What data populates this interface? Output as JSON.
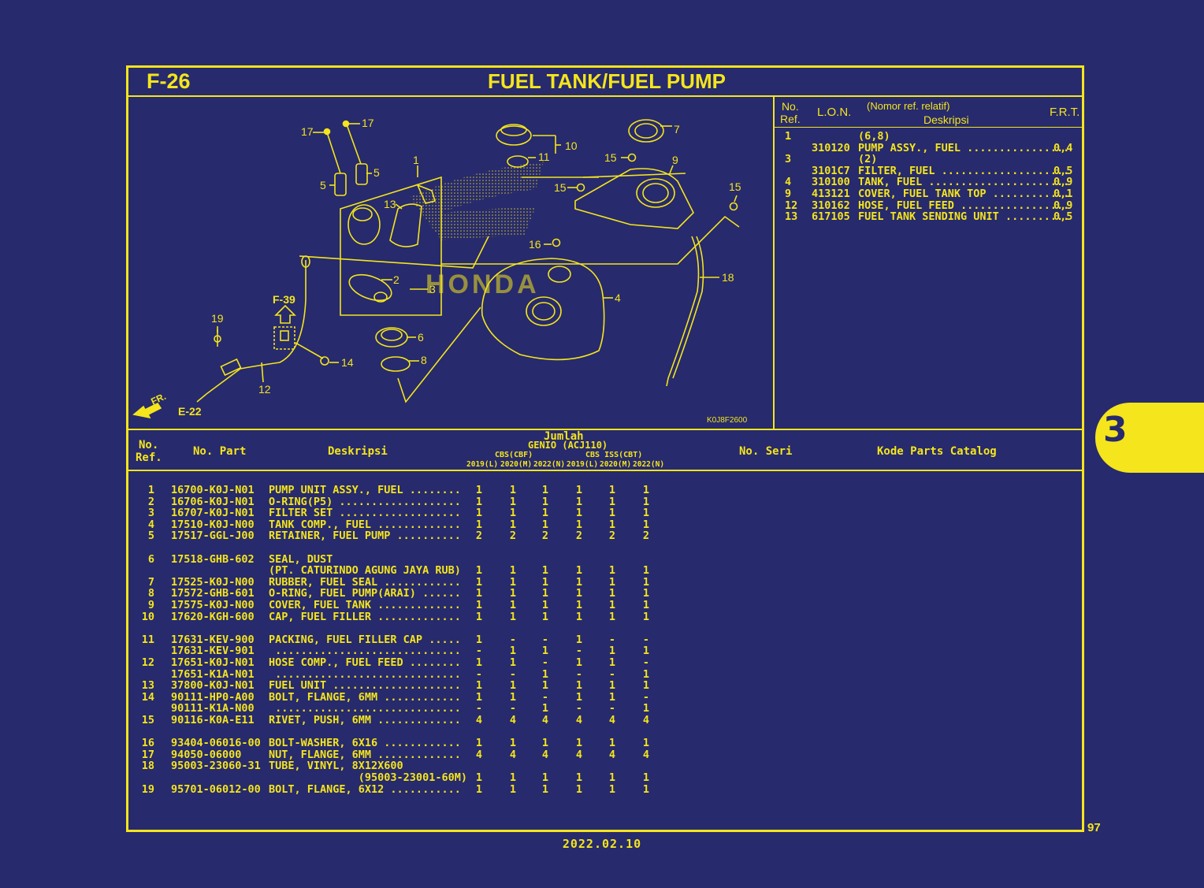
{
  "header": {
    "fig_code": "F-26",
    "title": "FUEL TANK/FUEL PUMP"
  },
  "lon_table": {
    "headers": {
      "no_ref": "No.\nRef.",
      "lon": "L.O.N.",
      "nomor": "(Nomor ref. relatif)",
      "deskripsi": "Deskripsi",
      "frt": "F.R.T."
    },
    "rows": [
      {
        "ref": "1",
        "lon": "",
        "desc": "(6,8)",
        "frt": ""
      },
      {
        "ref": "",
        "lon": "310120",
        "desc": "PUMP ASSY., FUEL ................",
        "frt": "0,4"
      },
      {
        "ref": "3",
        "lon": "",
        "desc": "(2)",
        "frt": ""
      },
      {
        "ref": "",
        "lon": "3101C7",
        "desc": "FILTER, FUEL ....................",
        "frt": "0,5"
      },
      {
        "ref": "4",
        "lon": "310100",
        "desc": "TANK, FUEL ......................",
        "frt": "0,9"
      },
      {
        "ref": "9",
        "lon": "413121",
        "desc": "COVER, FUEL TANK TOP ............",
        "frt": "0,1"
      },
      {
        "ref": "12",
        "lon": "310162",
        "desc": "HOSE, FUEL FEED .................",
        "frt": "0,9"
      },
      {
        "ref": "13",
        "lon": "617105",
        "desc": "FUEL TANK SENDING UNIT ..........",
        "frt": "0,5"
      }
    ]
  },
  "diagram": {
    "callouts": [
      "1",
      "2",
      "3",
      "4",
      "5",
      "5",
      "6",
      "7",
      "8",
      "9",
      "10",
      "11",
      "12",
      "13",
      "14",
      "15",
      "15",
      "15",
      "16",
      "17",
      "17",
      "18",
      "19"
    ],
    "refs": {
      "f39": "F-39",
      "e22": "E-22",
      "fr": "FR.",
      "code": "K0J8F2600",
      "brand": "HONDA"
    }
  },
  "parts_table": {
    "headers": {
      "no_ref": "No.",
      "no_ref2": "Ref.",
      "no_part": "No. Part",
      "deskripsi": "Deskripsi",
      "jumlah": "Jumlah",
      "model": "GENIO (ACJ110)",
      "cbs": "CBS(CBF)",
      "cbs_iss": "CBS ISS(CBT)",
      "years": [
        "2019(L)",
        "2020(M)",
        "2022(N)",
        "2019(L)",
        "2020(M)",
        "2022(N)"
      ],
      "no_seri": "No. Seri",
      "kode": "Kode Parts Catalog"
    },
    "rows": [
      {
        "ref": "1",
        "part": "16700-K0J-N01",
        "desc": "PUMP UNIT ASSY., FUEL ........",
        "q": [
          "1",
          "1",
          "1",
          "1",
          "1",
          "1"
        ]
      },
      {
        "ref": "2",
        "part": "16706-K0J-N01",
        "desc": "O-RING(P5) ...................",
        "q": [
          "1",
          "1",
          "1",
          "1",
          "1",
          "1"
        ]
      },
      {
        "ref": "3",
        "part": "16707-K0J-N01",
        "desc": "FILTER SET ...................",
        "q": [
          "1",
          "1",
          "1",
          "1",
          "1",
          "1"
        ]
      },
      {
        "ref": "4",
        "part": "17510-K0J-N00",
        "desc": "TANK COMP., FUEL .............",
        "q": [
          "1",
          "1",
          "1",
          "1",
          "1",
          "1"
        ]
      },
      {
        "ref": "5",
        "part": "17517-GGL-J00",
        "desc": "RETAINER, FUEL PUMP ..........",
        "q": [
          "2",
          "2",
          "2",
          "2",
          "2",
          "2"
        ]
      },
      {
        "ref": "",
        "part": "",
        "desc": "",
        "q": [
          "",
          "",
          "",
          "",
          "",
          ""
        ]
      },
      {
        "ref": "6",
        "part": "17518-GHB-602",
        "desc": "SEAL, DUST",
        "q": [
          "",
          "",
          "",
          "",
          "",
          ""
        ]
      },
      {
        "ref": "",
        "part": "",
        "desc": "(PT. CATURINDO AGUNG JAYA RUB)",
        "q": [
          "1",
          "1",
          "1",
          "1",
          "1",
          "1"
        ]
      },
      {
        "ref": "7",
        "part": "17525-K0J-N00",
        "desc": "RUBBER, FUEL SEAL ............",
        "q": [
          "1",
          "1",
          "1",
          "1",
          "1",
          "1"
        ]
      },
      {
        "ref": "8",
        "part": "17572-GHB-601",
        "desc": "O-RING, FUEL PUMP(ARAI) ......",
        "q": [
          "1",
          "1",
          "1",
          "1",
          "1",
          "1"
        ]
      },
      {
        "ref": "9",
        "part": "17575-K0J-N00",
        "desc": "COVER, FUEL TANK .............",
        "q": [
          "1",
          "1",
          "1",
          "1",
          "1",
          "1"
        ]
      },
      {
        "ref": "10",
        "part": "17620-KGH-600",
        "desc": "CAP, FUEL FILLER .............",
        "q": [
          "1",
          "1",
          "1",
          "1",
          "1",
          "1"
        ]
      },
      {
        "ref": "",
        "part": "",
        "desc": "",
        "q": [
          "",
          "",
          "",
          "",
          "",
          ""
        ]
      },
      {
        "ref": "11",
        "part": "17631-KEV-900",
        "desc": "PACKING, FUEL FILLER CAP .....",
        "q": [
          "1",
          "-",
          "-",
          "1",
          "-",
          "-"
        ]
      },
      {
        "ref": "",
        "part": "17631-KEV-901",
        "desc": " .............................",
        "q": [
          "-",
          "1",
          "1",
          "-",
          "1",
          "1"
        ]
      },
      {
        "ref": "12",
        "part": "17651-K0J-N01",
        "desc": "HOSE COMP., FUEL FEED ........",
        "q": [
          "1",
          "1",
          "-",
          "1",
          "1",
          "-"
        ]
      },
      {
        "ref": "",
        "part": "17651-K1A-N01",
        "desc": " .............................",
        "q": [
          "-",
          "-",
          "1",
          "-",
          "-",
          "1"
        ]
      },
      {
        "ref": "13",
        "part": "37800-K0J-N01",
        "desc": "FUEL UNIT ....................",
        "q": [
          "1",
          "1",
          "1",
          "1",
          "1",
          "1"
        ]
      },
      {
        "ref": "14",
        "part": "90111-HP0-A00",
        "desc": "BOLT, FLANGE, 6MM ............",
        "q": [
          "1",
          "1",
          "-",
          "1",
          "1",
          "-"
        ]
      },
      {
        "ref": "",
        "part": "90111-K1A-N00",
        "desc": " .............................",
        "q": [
          "-",
          "-",
          "1",
          "-",
          "-",
          "1"
        ]
      },
      {
        "ref": "15",
        "part": "90116-K0A-E11",
        "desc": "RIVET, PUSH, 6MM .............",
        "q": [
          "4",
          "4",
          "4",
          "4",
          "4",
          "4"
        ]
      },
      {
        "ref": "",
        "part": "",
        "desc": "",
        "q": [
          "",
          "",
          "",
          "",
          "",
          ""
        ]
      },
      {
        "ref": "16",
        "part": "93404-06016-00",
        "desc": "BOLT-WASHER, 6X16 ............",
        "q": [
          "1",
          "1",
          "1",
          "1",
          "1",
          "1"
        ]
      },
      {
        "ref": "17",
        "part": "94050-06000",
        "desc": "NUT, FLANGE, 6MM .............",
        "q": [
          "4",
          "4",
          "4",
          "4",
          "4",
          "4"
        ]
      },
      {
        "ref": "18",
        "part": "95003-23060-31",
        "desc": "TUBE, VINYL, 8X12X600",
        "q": [
          "",
          "",
          "",
          "",
          "",
          ""
        ]
      },
      {
        "ref": "",
        "part": "",
        "desc": "              (95003-23001-60M)",
        "q": [
          "1",
          "1",
          "1",
          "1",
          "1",
          "1"
        ]
      },
      {
        "ref": "19",
        "part": "95701-06012-00",
        "desc": "BOLT, FLANGE, 6X12 ...........",
        "q": [
          "1",
          "1",
          "1",
          "1",
          "1",
          "1"
        ]
      }
    ]
  },
  "footer": {
    "tab": "3",
    "page": "97",
    "date": "2022.02.10"
  },
  "colors": {
    "background": "#272a6c",
    "accent": "#f4e51c"
  }
}
